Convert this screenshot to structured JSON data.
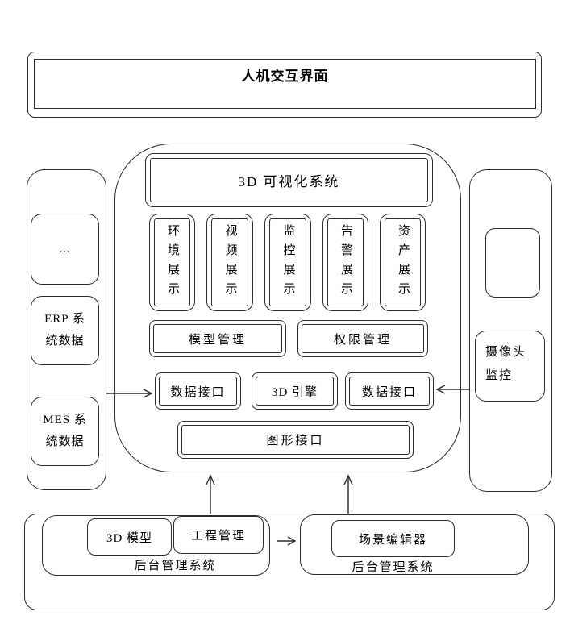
{
  "colors": {
    "stroke": "#2b2b2b",
    "background": "#ffffff",
    "text": "#000000"
  },
  "top_bar": {
    "title": "人机交互界面"
  },
  "left_panel": {
    "items": [
      {
        "label": "..."
      },
      {
        "label": "ERP 系统数据",
        "lines": [
          "ERP 系",
          "统数据"
        ]
      },
      {
        "label": "MES 系统数据",
        "lines": [
          "MES 系",
          "统数据"
        ]
      }
    ]
  },
  "center_system": {
    "title": "3D 可视化系统",
    "display_modules": [
      {
        "label": "环境展示"
      },
      {
        "label": "视频展示"
      },
      {
        "label": "监控展示"
      },
      {
        "label": "告警展示"
      },
      {
        "label": "资产展示"
      }
    ],
    "management_modules": [
      {
        "label": "模型管理"
      },
      {
        "label": "权限管理"
      }
    ],
    "engine_row": [
      {
        "label": "数据接口"
      },
      {
        "label": "3D 引擎"
      },
      {
        "label": "数据接口"
      }
    ],
    "graphics_interface": {
      "label": "图形接口"
    }
  },
  "right_panel": {
    "camera": {
      "label": "摄像头监控",
      "lines": [
        "摄像头",
        "监控"
      ]
    }
  },
  "bottom_section": {
    "left_system": {
      "label": "后台管理系统",
      "modules": [
        {
          "label": "3D 模型"
        },
        {
          "label": "工程管理"
        }
      ]
    },
    "right_system": {
      "label": "后台管理系统",
      "modules": [
        {
          "label": "场景编辑器"
        }
      ]
    }
  },
  "connections": [
    {
      "from": "left-data-panel",
      "to": "data-interface-left",
      "direction": "right"
    },
    {
      "from": "right-camera-panel",
      "to": "data-interface-right",
      "direction": "left"
    },
    {
      "from": "bottom-backend-section",
      "to": "visualization-container",
      "direction": "up"
    },
    {
      "from": "backend-system-left",
      "to": "backend-system-right",
      "direction": "right"
    }
  ]
}
